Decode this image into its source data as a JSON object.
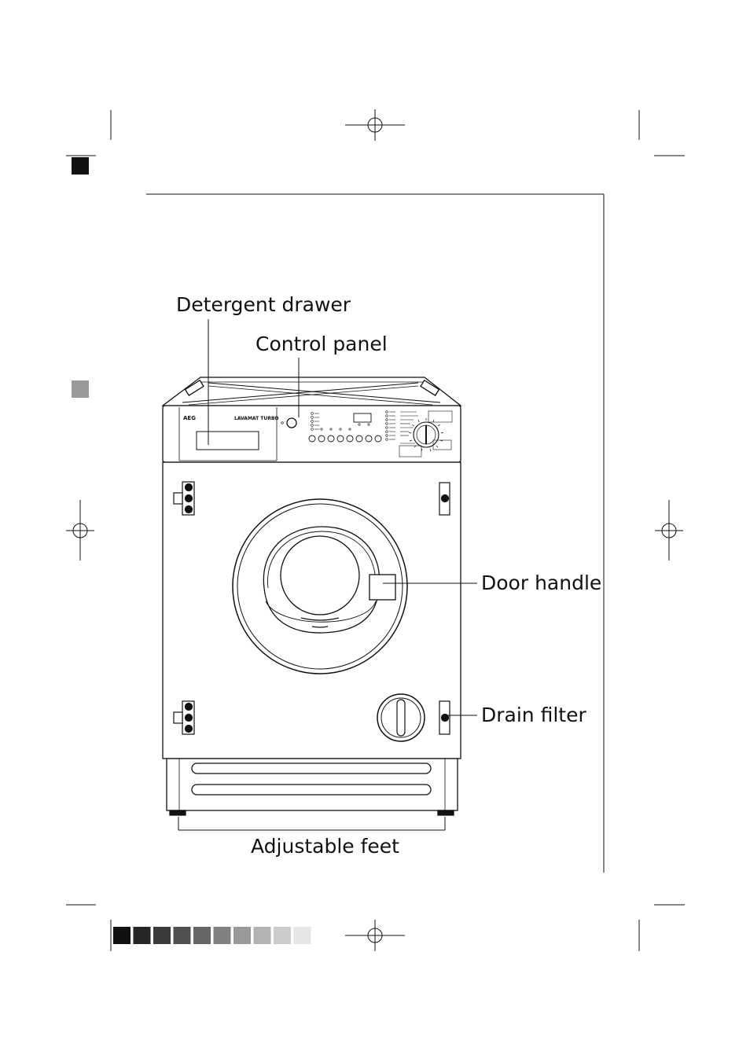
{
  "labels": {
    "detergent_drawer": "Detergent drawer",
    "control_panel": "Control panel",
    "door_handle": "Door handle",
    "drain_filter": "Drain filter",
    "adjustable_feet": "Adjustable feet"
  },
  "appliance": {
    "brand": "AEG",
    "model": "LAVAMAT TURBO"
  },
  "colors": {
    "line": "#111111",
    "background": "#ffffff",
    "marker_dark": "#111111",
    "marker_grey": "#999999"
  },
  "calibration_swatches": [
    "#111111",
    "#262626",
    "#3a3a3a",
    "#505050",
    "#666666",
    "#808080",
    "#999999",
    "#b3b3b3",
    "#cccccc",
    "#e6e6e6"
  ]
}
